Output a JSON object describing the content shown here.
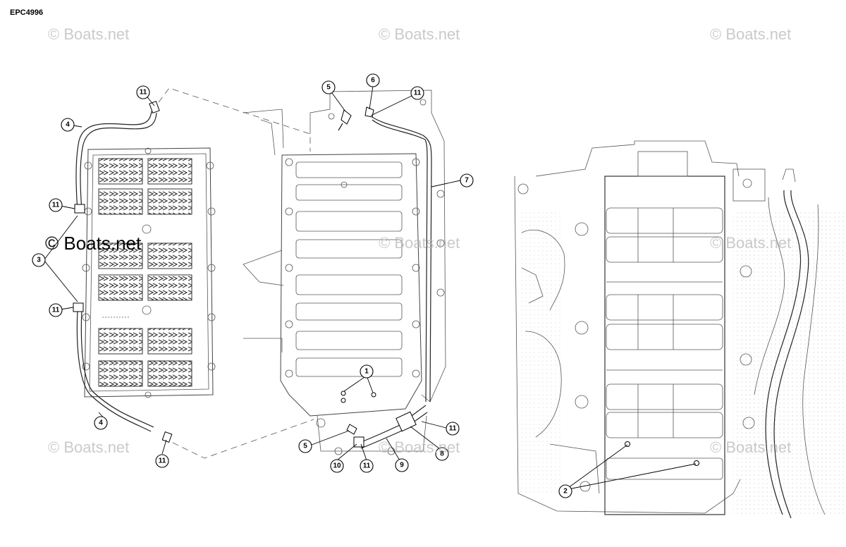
{
  "diagram_code": "EPC4996",
  "watermark_text": "© Boats.net",
  "callouts": [
    {
      "id": "c-11-a",
      "label": "11"
    },
    {
      "id": "c-4-a",
      "label": "4"
    },
    {
      "id": "c-11-b",
      "label": "11"
    },
    {
      "id": "c-3",
      "label": "3"
    },
    {
      "id": "c-11-c",
      "label": "11"
    },
    {
      "id": "c-4-b",
      "label": "4"
    },
    {
      "id": "c-11-d",
      "label": "11"
    },
    {
      "id": "c-5-a",
      "label": "5"
    },
    {
      "id": "c-6",
      "label": "6"
    },
    {
      "id": "c-11-e",
      "label": "11"
    },
    {
      "id": "c-7",
      "label": "7"
    },
    {
      "id": "c-1",
      "label": "1"
    },
    {
      "id": "c-11-f",
      "label": "11"
    },
    {
      "id": "c-5-b",
      "label": "5"
    },
    {
      "id": "c-10",
      "label": "10"
    },
    {
      "id": "c-11-g",
      "label": "11"
    },
    {
      "id": "c-9",
      "label": "9"
    },
    {
      "id": "c-8",
      "label": "8"
    },
    {
      "id": "c-2",
      "label": "2"
    }
  ]
}
